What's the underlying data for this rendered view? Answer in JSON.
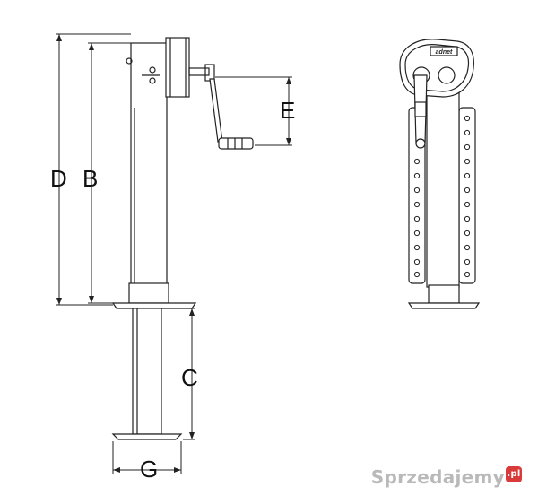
{
  "dimensions": {
    "d": "D",
    "b": "B",
    "e": "E",
    "c": "C",
    "g": "G"
  },
  "brand_plate": "adnet",
  "watermark": {
    "text": "Sprzedajemy",
    "suffix": ".pl"
  }
}
